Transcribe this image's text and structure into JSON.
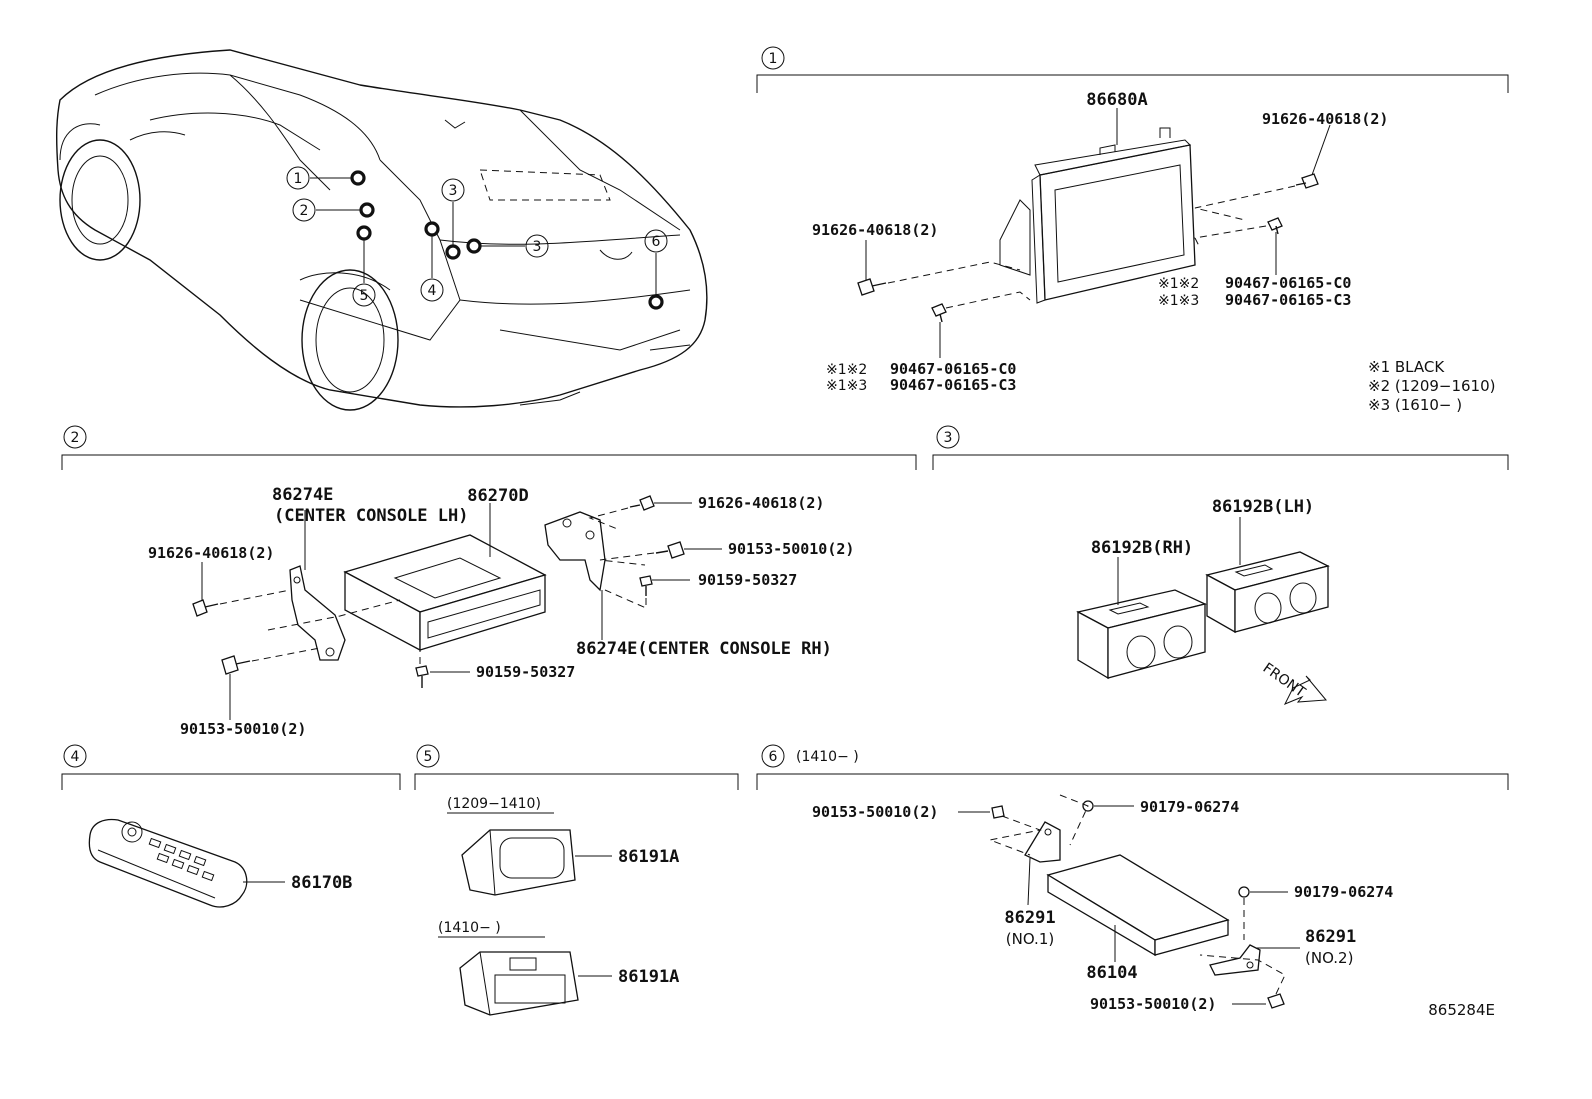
{
  "overview": {
    "callouts": [
      "1",
      "2",
      "3",
      "3",
      "4",
      "5",
      "6"
    ]
  },
  "section1": {
    "index": "1",
    "main_part": "86680A",
    "bolt_top": "91626-40618(2)",
    "bolt_left": "91626-40618(2)",
    "screw_right_1_marks": "※1※2",
    "screw_right_1": "90467-06165-C0",
    "screw_right_2_marks": "※1※3",
    "screw_right_2": "90467-06165-C3",
    "screw_bottom_1_marks": "※1※2",
    "screw_bottom_1": "90467-06165-C0",
    "screw_bottom_2_marks": "※1※3",
    "screw_bottom_2": "90467-06165-C3",
    "legend": [
      "※1 BLACK",
      "※2 (1209−1610)",
      "※3 (1610−      )"
    ]
  },
  "section2": {
    "index": "2",
    "main_part": "86270D",
    "bracket_lh": "86274E",
    "bracket_lh_note": "(CENTER CONSOLE LH)",
    "bracket_rh": "86274E(CENTER CONSOLE RH)",
    "bolt_left": "91626-40618(2)",
    "bolt_right_top": "91626-40618(2)",
    "screw_right_1": "90153-50010(2)",
    "screw_right_2": "90159-50327",
    "screw_bottom": "90159-50327",
    "screw_left_bottom": "90153-50010(2)"
  },
  "section3": {
    "index": "3",
    "part_rh": "86192B(RH)",
    "part_lh": "86192B(LH)",
    "front_label": "FRONT"
  },
  "section4": {
    "index": "4",
    "part": "86170B"
  },
  "section5": {
    "index": "5",
    "range_a": "(1209−1410)",
    "part_a": "86191A",
    "range_b": "(1410−      )",
    "part_b": "86191A"
  },
  "section6": {
    "index": "6",
    "range": "(1410−      )",
    "screw_top_left": "90153-50010(2)",
    "nut_top": "90179-06274",
    "nut_right": "90179-06274",
    "bracket_no1": "86291",
    "bracket_no1_note": "(NO.1)",
    "bracket_no2": "86291",
    "bracket_no2_note": "(NO.2)",
    "main_part": "86104",
    "screw_bottom": "90153-50010(2)"
  },
  "drawing_id": "865284E"
}
